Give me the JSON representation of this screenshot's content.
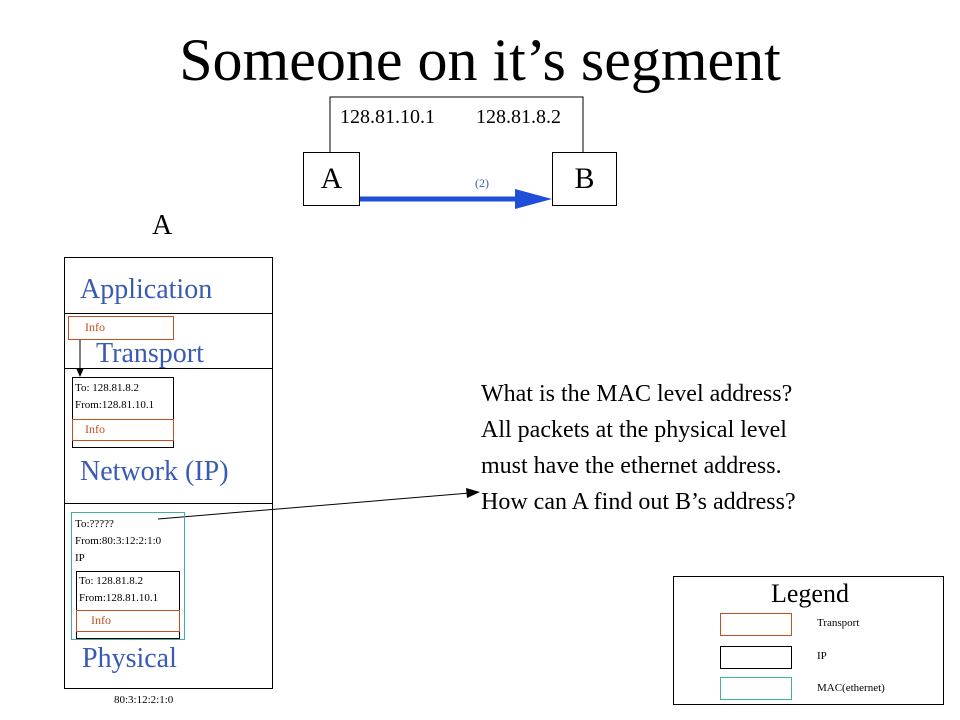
{
  "title": "Someone on it’s segment",
  "network": {
    "ip_a": "128.81.10.1",
    "ip_b": "128.81.8.2",
    "node_a": "A",
    "node_b": "B",
    "step": "(2)"
  },
  "stack": {
    "heading": "A",
    "layers": {
      "application": "Application",
      "transport": "Transport",
      "network": "Network (IP)",
      "physical": "Physical"
    },
    "info": "Info",
    "ip_packet": {
      "to": "To:    128.81.8.2",
      "from": "From:128.81.10.1"
    },
    "mac_packet": {
      "to": "To:?????",
      "from": "From:80:3:12:2:1:0",
      "type": "IP"
    },
    "mac_address": "80:3:12:2:1:0"
  },
  "question": [
    "What is the MAC level address?",
    "All packets at the physical level",
    "must have the ethernet address.",
    "How can A find out B’s address?"
  ],
  "legend": {
    "title": "Legend",
    "items": [
      {
        "label": "Transport",
        "color": "#c05020"
      },
      {
        "label": "IP",
        "color": "#000000"
      },
      {
        "label": "MAC(ethernet)",
        "color": "#40b0a0"
      }
    ]
  },
  "colors": {
    "layer_text": "#3a5bb5",
    "arrow": "#1f4fd8"
  }
}
